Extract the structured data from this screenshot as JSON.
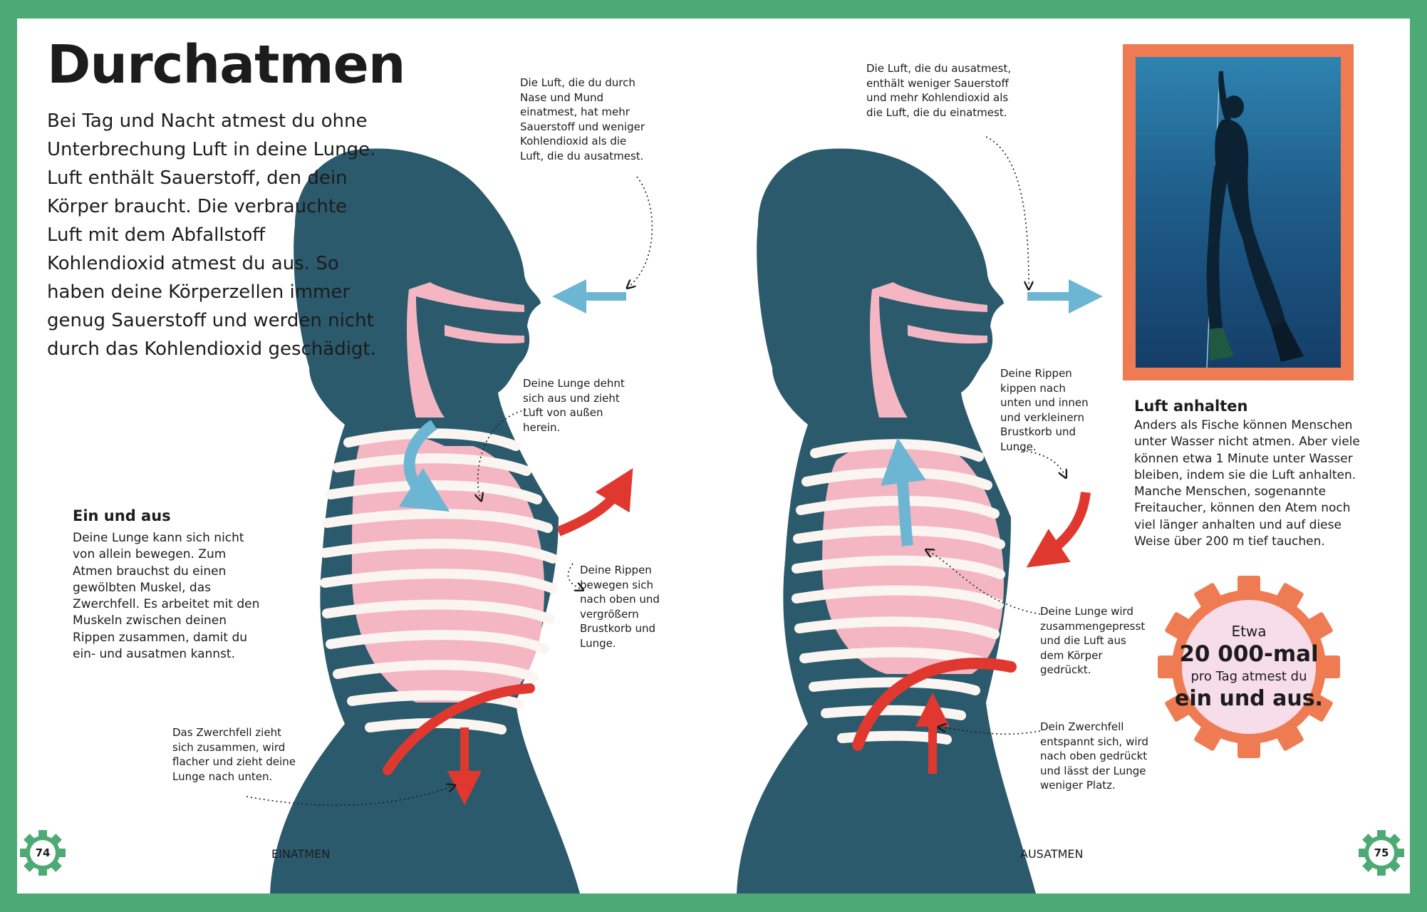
{
  "page": {
    "title": "Durchatmen",
    "intro": "Bei Tag und Nacht atmest du ohne Unterbrechung Luft in deine Lunge. Luft enthält Sauerstoff, den dein Körper braucht. Die verbrauchte Luft mit dem Abfallstoff Kohlendioxid atmest du aus. So haben deine Körperzellen immer genug Sauerstoff und werden nicht durch das Kohlendioxid geschädigt."
  },
  "left_section": {
    "heading": "Ein und aus",
    "body": "Deine Lunge kann sich nicht von allein bewegen. Zum Atmen brauchst du einen gewölbten Muskel, das Zwerchfell. Es arbeitet mit den Muskeln zwischen deinen Rippen zusammen, damit du ein- und ausatmen kannst."
  },
  "inhale": {
    "caption": "EINATMEN",
    "note_air": "Die Luft, die du durch Nase und Mund einatmest, hat mehr Sauerstoff und weniger Kohlendioxid als die Luft, die du ausatmest.",
    "note_lung": "Deine Lunge dehnt sich aus und zieht Luft von außen herein.",
    "note_ribs": "Deine Rippen bewegen sich nach oben und vergrößern Brustkorb und Lunge.",
    "note_diaphragm": "Das Zwerchfell zieht sich zusammen, wird flacher und zieht deine Lunge nach unten."
  },
  "exhale": {
    "caption": "AUSATMEN",
    "note_air": "Die Luft, die du ausatmest, enthält weniger Sauerstoff und mehr Kohlendioxid als die Luft, die du einatmest.",
    "note_ribs": "Deine Rippen kippen nach unten und innen und verkleinern Brustkorb und Lunge.",
    "note_lung": "Deine Lunge wird zusammengepresst und die Luft aus dem Körper gedrückt.",
    "note_diaphragm": "Dein Zwerchfell entspannt sich, wird nach oben gedrückt und lässt der Lunge weniger Platz."
  },
  "sidebar": {
    "heading": "Luft anhalten",
    "body": "Anders als Fische können Menschen unter Wasser nicht atmen. Aber viele können etwa 1 Minute unter Wasser bleiben, indem sie die Luft anhalten. Manche Menschen, sogenannte Freitaucher, können den Atem noch viel länger anhalten und auf diese Weise über 200 m tief tauchen."
  },
  "fact": {
    "line1": "Etwa",
    "line2": "20 000-mal",
    "line3": "pro Tag atmest du",
    "line4": "ein und aus."
  },
  "page_numbers": {
    "left": "74",
    "right": "75"
  },
  "colors": {
    "background_green": "#4eaa74",
    "body_silhouette": "#2b5a6c",
    "lung_pink": "#f4b6c2",
    "rib_white": "#fbf5f2",
    "arrow_blue": "#6cb6d4",
    "arrow_red": "#e0382f",
    "frame_orange": "#ef7b53",
    "fact_pink": "#f7dcea"
  },
  "icons": [
    "gear-icon",
    "air-in-arrow-icon",
    "air-out-arrow-icon",
    "diaphragm-arrow-icon"
  ]
}
